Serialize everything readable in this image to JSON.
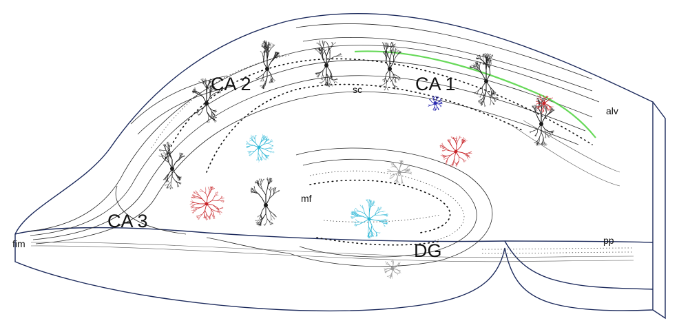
{
  "labels": {
    "ca1": "CA 1",
    "ca2": "CA 2",
    "ca3": "CA 3",
    "dg": "DG",
    "sc": "sc",
    "mf": "mf",
    "alv": "alv",
    "fim": "fim",
    "pp": "pp"
  },
  "colors": {
    "outline": "#1c2a5c",
    "pyramidal": "#1a1a1a",
    "interneuron_cyan": "#2bb6d6",
    "basket_red": "#c8262a",
    "green_axon": "#4cd23c",
    "blue_cell": "#2a2ab0",
    "granule_gray": "#9a9a9a"
  },
  "neurons": [
    {
      "name": "pyramidal-neuron-ca1-a",
      "color": "pyramidal"
    },
    {
      "name": "pyramidal-neuron-ca1-b",
      "color": "pyramidal"
    },
    {
      "name": "pyramidal-neuron-ca1-c",
      "color": "pyramidal"
    },
    {
      "name": "pyramidal-neuron-sc",
      "color": "pyramidal"
    },
    {
      "name": "pyramidal-neuron-ca2",
      "color": "pyramidal"
    },
    {
      "name": "pyramidal-neuron-ca2-left",
      "color": "pyramidal"
    },
    {
      "name": "pyramidal-neuron-ca3-a",
      "color": "pyramidal"
    },
    {
      "name": "pyramidal-neuron-ca3-b",
      "color": "pyramidal"
    },
    {
      "name": "interneuron-cyan-ca2",
      "color": "interneuron_cyan"
    },
    {
      "name": "interneuron-cyan-dg",
      "color": "interneuron_cyan"
    },
    {
      "name": "interneuron-red-ca3",
      "color": "basket_red"
    },
    {
      "name": "interneuron-red-ca1",
      "color": "basket_red"
    },
    {
      "name": "interneuron-red-ca1-right",
      "color": "basket_red"
    },
    {
      "name": "interneuron-blue-ca1",
      "color": "blue_cell"
    },
    {
      "name": "granule-cell-gray-a",
      "color": "granule_gray"
    },
    {
      "name": "granule-cell-gray-b",
      "color": "granule_gray"
    }
  ]
}
